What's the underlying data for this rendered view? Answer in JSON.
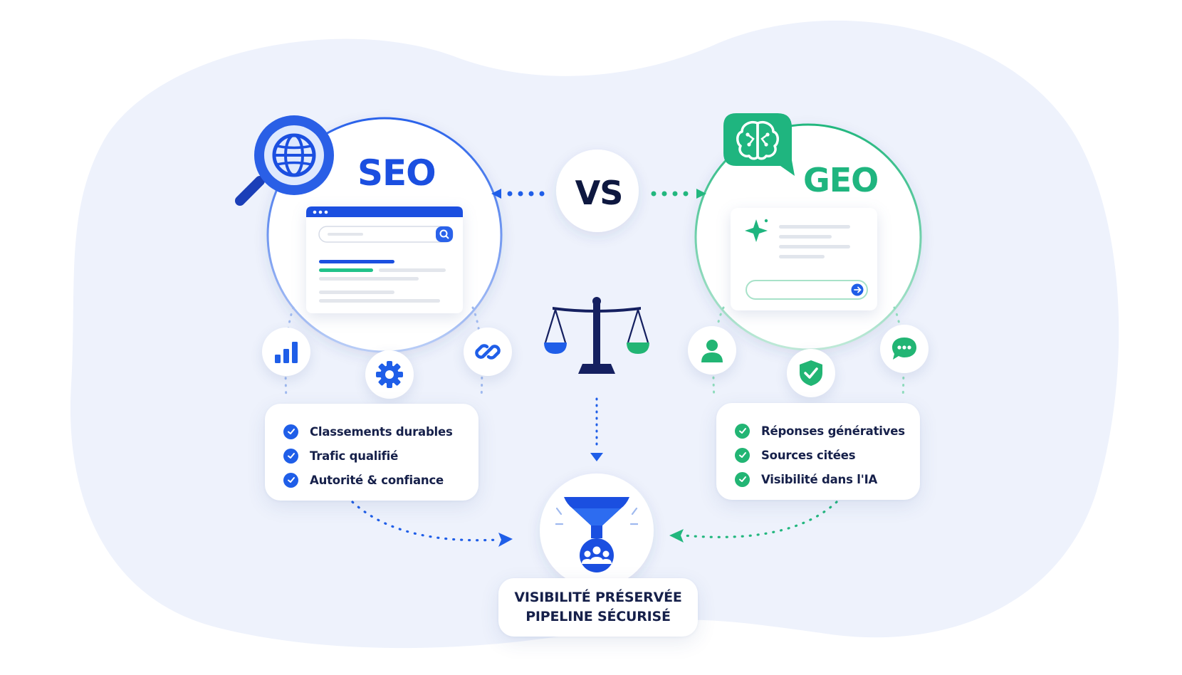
{
  "seo": {
    "title": "SEO",
    "benefits": [
      "Classements durables",
      "Trafic qualifié",
      "Autorité & confiance"
    ]
  },
  "vs": "VS",
  "geo": {
    "title": "GEO",
    "benefits": [
      "Réponses génératives",
      "Sources citées",
      "Visibilité dans l'IA"
    ]
  },
  "outcome": {
    "line1": "VISIBILITÉ PRÉSERVÉE",
    "line2": "PIPELINE SÉCURISÉ"
  },
  "icons": {
    "seo_magnifier": "globe-magnifier-icon",
    "seo_badges": [
      "bar-chart-icon",
      "gear-icon",
      "link-icon"
    ],
    "geo_ai": "brain-chat-icon",
    "geo_badges": [
      "user-icon",
      "shield-check-icon",
      "chat-bubble-icon"
    ],
    "center": "scales-icon",
    "funnel": "funnel-people-icon"
  },
  "colors": {
    "seo_blue": "#1b4fe0",
    "geo_green": "#1fb57f",
    "navy": "#16204a",
    "blob": "#eef2fc"
  }
}
